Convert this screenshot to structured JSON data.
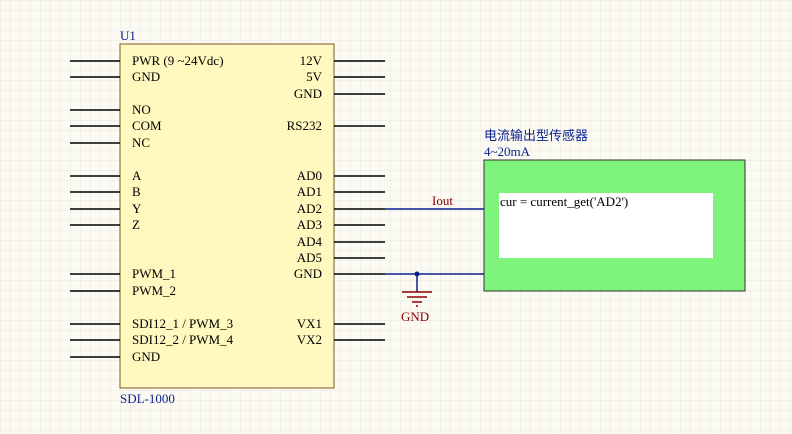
{
  "ic": {
    "designator": "U1",
    "part_name": "SDL-1000",
    "left_pins": [
      "PWR (9 ~24Vdc)",
      "GND",
      "NO",
      "COM",
      "NC",
      "A",
      "B",
      "Y",
      "Z",
      "PWM_1",
      "PWM_2",
      "SDI12_1 / PWM_3",
      "SDI12_2 / PWM_4",
      "GND"
    ],
    "right_pins": [
      "12V",
      "5V",
      "GND",
      "RS232",
      "AD0",
      "AD1",
      "AD2",
      "AD3",
      "AD4",
      "AD5",
      "GND",
      "VX1",
      "VX2"
    ]
  },
  "sensor": {
    "title": "电流输出型传感器",
    "range": "4~20mA",
    "code": "cur = current_get('AD2')"
  },
  "nets": {
    "signal_label": "Iout",
    "ground_label": "GND"
  },
  "colors": {
    "ic_fill": "#fff8bf",
    "sensor_fill": "#7ef47c",
    "wire": "#0a1f8f",
    "net_label": "#8b0000",
    "grid": "#e6e4dc"
  }
}
